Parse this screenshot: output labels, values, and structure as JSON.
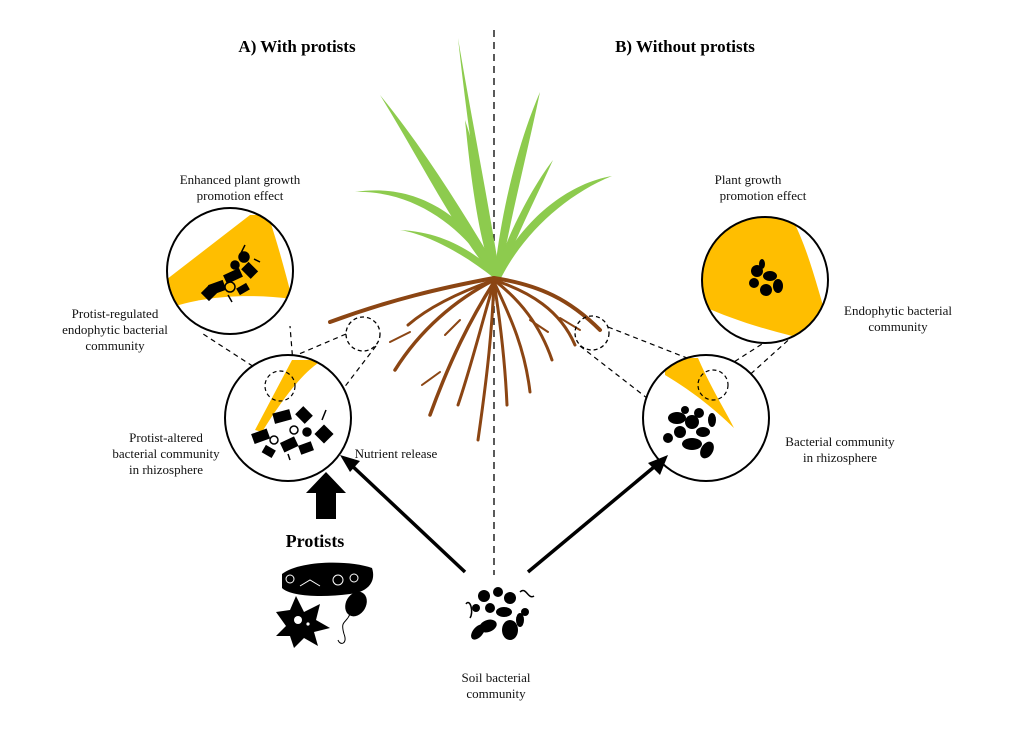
{
  "panels": {
    "left_title": "A) With protists",
    "right_title": "B) Without protists"
  },
  "labels": {
    "enhanced_growth": [
      "Enhanced plant growth",
      "promotion effect"
    ],
    "plant_growth": [
      "Plant growth",
      "promotion effect"
    ],
    "protist_endophytic": [
      "Protist-regulated",
      "endophytic bacterial",
      "community"
    ],
    "endophytic": [
      "Endophytic bacterial",
      "community"
    ],
    "protist_rhizosphere": [
      "Protist-altered",
      "bacterial community",
      "in rhizosphere"
    ],
    "rhizosphere": [
      "Bacterial community",
      "in rhizosphere"
    ],
    "nutrient_release": "Nutrient release",
    "protists": "Protists",
    "soil_community": [
      "Soil bacterial",
      "community"
    ]
  },
  "colors": {
    "root_tissue": "#FFBE00",
    "leaf": "#8DCB4E",
    "root": "#8B4513",
    "ink": "#000000"
  }
}
